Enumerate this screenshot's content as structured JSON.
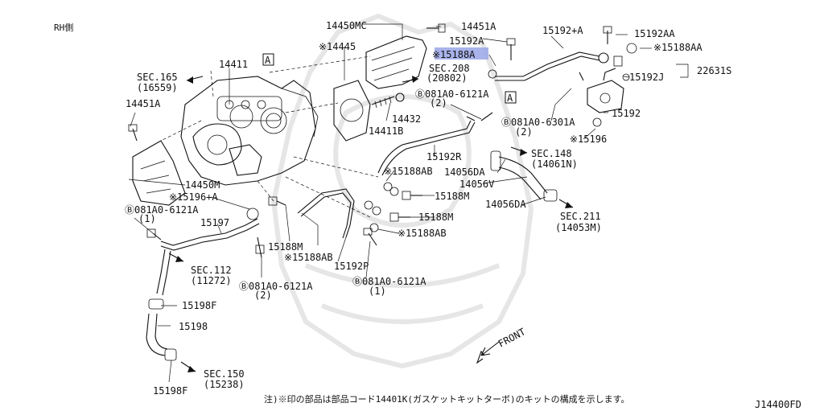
{
  "header": {
    "side_label": "RH側",
    "diagram_code": "J14400FD"
  },
  "footer": {
    "note": "注)※印の部品は部品コード14401K(ガスケットキットターボ)のキットの構成を示します。"
  },
  "direction": {
    "front": "FRONT"
  },
  "callouts": {
    "c14411": "14411",
    "c14450MC": "14450MC",
    "c14451A_top": "14451A",
    "c14445": "※14445",
    "c15192A": "15192A",
    "c15188A": "※15188A",
    "c15192plusA": "15192+A",
    "c15192AA": "15192AA",
    "c15188AA": "※15188AA",
    "c22631S": "22631S",
    "c15192J": "15192J",
    "c15192": "15192",
    "c081A0_6301A": "Ⓑ081A0-6301A",
    "c6301A_qty": "(2)",
    "c15196": "※15196",
    "sec148": "SEC.148",
    "sec148_ref": "(14061N)",
    "c14056DA_a": "14056DA",
    "c14056V": "14056V",
    "c14056DA_b": "14056DA",
    "sec211": "SEC.211",
    "sec211_ref": "(14053M)",
    "sec165": "SEC.165",
    "sec165_ref": "(16559)",
    "c14451A_left": "14451A",
    "sec208": "SEC.208",
    "sec208_ref": "(20802)",
    "c081A0_6121A_top": "Ⓑ081A0-6121A",
    "c6121A_top_qty": "(2)",
    "c14432": "14432",
    "c14411B": "14411B",
    "c15192R": "15192R",
    "c15188AB_a": "※15188AB",
    "c15188M_a": "15188M",
    "c15188M_b": "15188M",
    "c15188AB_b": "※15188AB",
    "c14450M": "14450M",
    "c15196plusA": "※15196+A",
    "c081A0_6121A_left": "Ⓑ081A0-6121A",
    "c6121A_left_qty": "(1)",
    "c15197": "15197",
    "c15188M_c": "15188M",
    "c15188AB_c": "※15188AB",
    "c15192P": "15192P",
    "sec112": "SEC.112",
    "sec112_ref": "(11272)",
    "c081A0_6121A_mid": "Ⓑ081A0-6121A",
    "c6121A_mid_qty": "(2)",
    "c081A0_6121A_right": "Ⓑ081A0-6121A",
    "c6121A_right_qty": "(1)",
    "c15198F_a": "15198F",
    "c15198": "15198",
    "sec150": "SEC.150",
    "sec150_ref": "(15238)",
    "c15198F_b": "15198F",
    "ref_A1": "A",
    "ref_A2": "A"
  },
  "highlight_color": "#9aa6e6"
}
